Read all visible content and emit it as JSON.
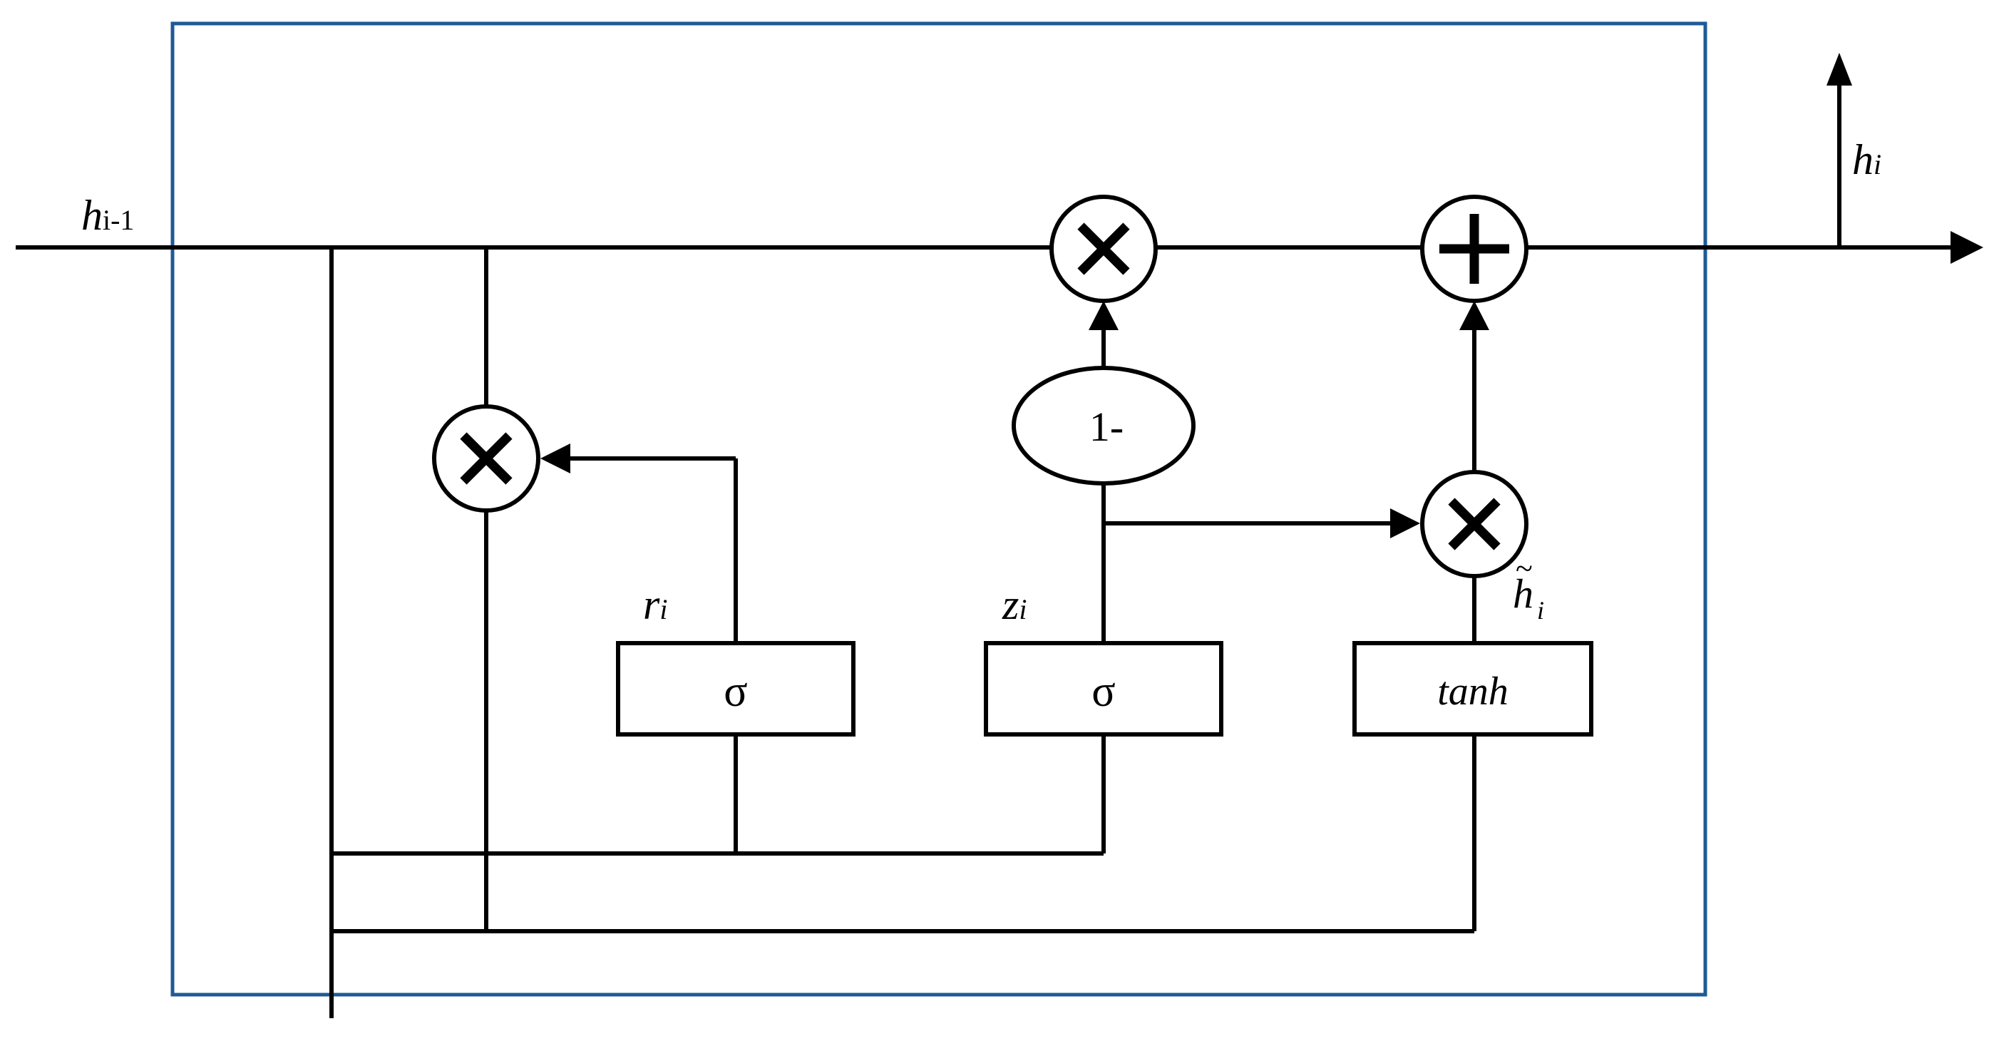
{
  "diagram": {
    "colors": {
      "frame": "#1f5a96",
      "line": "#000000",
      "background": "#ffffff"
    },
    "labels": {
      "input_main": "h",
      "input_sub": "i-1",
      "output_main": "h",
      "output_sub": "i",
      "reset_main": "r",
      "reset_sub": "i",
      "update_main": "z",
      "update_sub": "i",
      "candidate_main": "h",
      "candidate_accent": "~",
      "candidate_sub": "i"
    },
    "boxes": {
      "reset_gate": "σ",
      "update_gate": "σ",
      "candidate": "tanh"
    },
    "one_minus": "1-",
    "operators": {
      "reset_multiply": "multiply-icon",
      "update_multiply": "multiply-icon",
      "candidate_multiply": "multiply-icon",
      "output_add": "plus-icon"
    }
  }
}
